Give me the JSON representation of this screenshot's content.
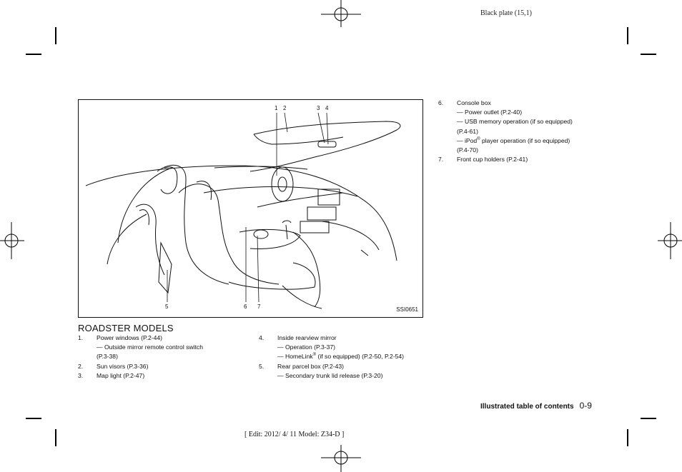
{
  "header": {
    "plate": "Black plate (15,1)"
  },
  "figure": {
    "code": "SSI0651",
    "callouts_top": [
      "1",
      "2",
      "3",
      "4"
    ],
    "callouts_bottom": [
      "5",
      "6",
      "7"
    ]
  },
  "section_title": "ROADSTER MODELS",
  "col1": [
    {
      "num": "1.",
      "text": "Power windows (P.2-44)"
    },
    {
      "sub": "— Outside mirror remote control switch"
    },
    {
      "cont": "(P.3-38)"
    },
    {
      "num": "2.",
      "text": "Sun visors (P.3-36)"
    },
    {
      "num": "3.",
      "text": "Map light (P.2-47)"
    }
  ],
  "col2": {
    "item4_num": "4.",
    "item4": "Inside rearview mirror",
    "item4_sub1": "— Operation (P.3-37)",
    "item4_sub2_a": "— HomeLink",
    "item4_sub2_reg": "®",
    "item4_sub2_b": " (if so equipped) (P.2-50, P.2-54)",
    "item5_num": "5.",
    "item5": "Rear parcel box (P.2-43)",
    "item5_sub1": "— Secondary trunk lid release (P.3-20)"
  },
  "col3": {
    "item6_num": "6.",
    "item6": "Console box",
    "item6_sub1": "— Power outlet (P.2-40)",
    "item6_sub2": "— USB memory operation (if so equipped)",
    "item6_sub2_cont": "(P.4-61)",
    "item6_sub3_a": "— iPod",
    "item6_sub3_reg": "®",
    "item6_sub3_b": " player operation (if so equipped)",
    "item6_sub3_cont": "(P.4-70)",
    "item7_num": "7.",
    "item7": "Front cup holders (P.2-41)"
  },
  "footer": {
    "section": "Illustrated table of contents",
    "page": "0-9",
    "edit_line": "[ Edit: 2012/ 4/ 11   Model:  Z34-D ]"
  }
}
